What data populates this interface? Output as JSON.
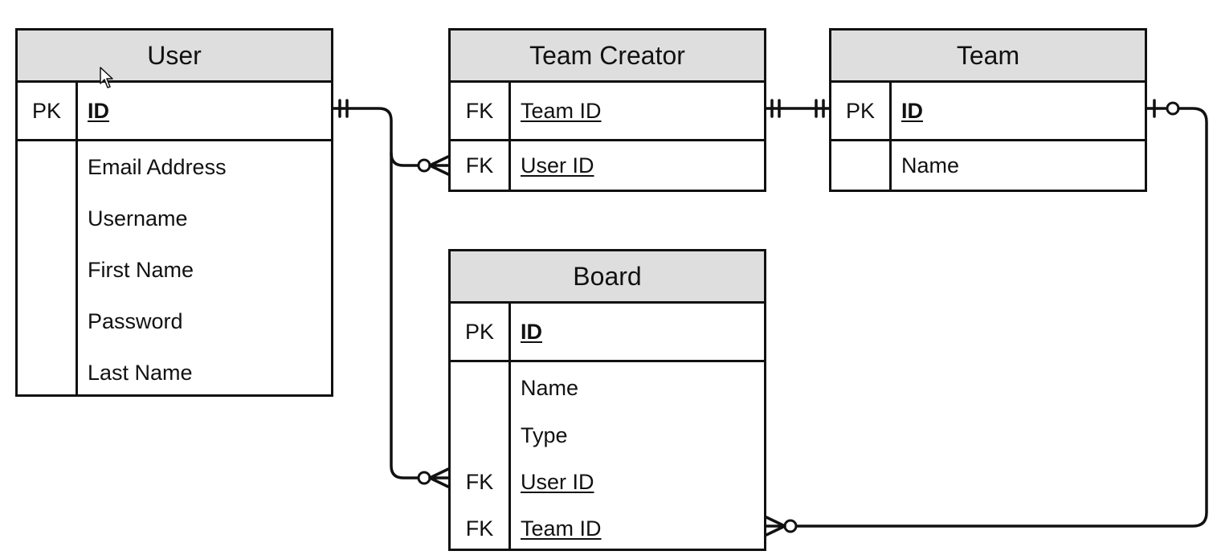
{
  "entities": {
    "user": {
      "title": "User",
      "pk": {
        "key": "PK",
        "field": "ID"
      },
      "fields": [
        "Email Address",
        "Username",
        "First Name",
        "Password",
        "Last Name"
      ]
    },
    "team_creator": {
      "title": "Team Creator",
      "rows": [
        {
          "key": "FK",
          "field": "Team ID"
        },
        {
          "key": "FK",
          "field": "User ID"
        }
      ]
    },
    "team": {
      "title": "Team",
      "pk": {
        "key": "PK",
        "field": "ID"
      },
      "fields": [
        "Name"
      ]
    },
    "board": {
      "title": "Board",
      "pk": {
        "key": "PK",
        "field": "ID"
      },
      "fields": [
        "Name",
        "Type"
      ],
      "fk_rows": [
        {
          "key": "FK",
          "field": "User ID"
        },
        {
          "key": "FK",
          "field": "Team ID"
        }
      ]
    }
  },
  "relationships": [
    {
      "from": "User.ID",
      "to": "Team Creator.User ID",
      "from_card": "one-and-only-one",
      "to_card": "zero-or-many"
    },
    {
      "from": "User.ID",
      "to": "Board.User ID",
      "from_card": "one-and-only-one",
      "to_card": "zero-or-many"
    },
    {
      "from": "Team Creator.Team ID",
      "to": "Team.ID",
      "from_card": "one-and-only-one",
      "to_card": "one-and-only-one"
    },
    {
      "from": "Team.ID",
      "to": "Board.Team ID",
      "from_card": "zero-or-one",
      "to_card": "zero-or-many"
    }
  ]
}
